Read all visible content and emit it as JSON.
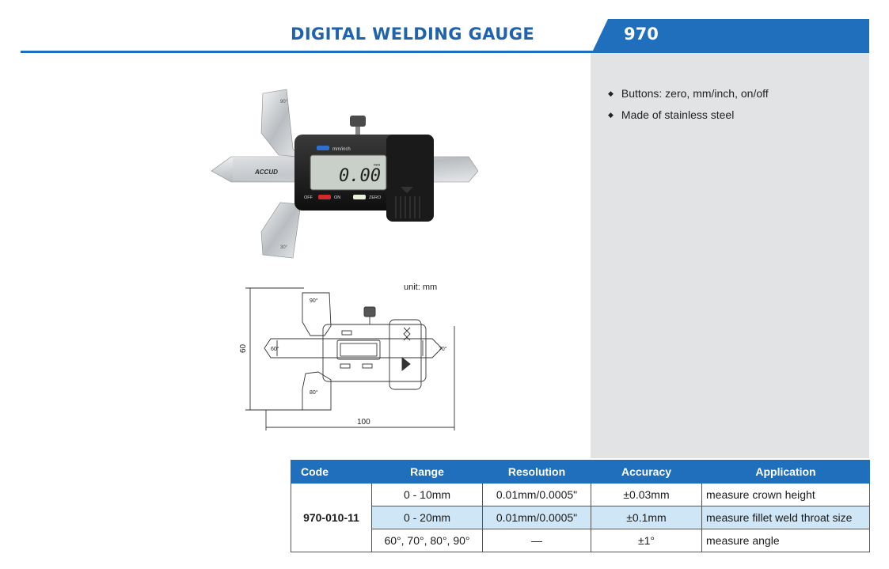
{
  "header": {
    "title": "DIGITAL WELDING GAUGE",
    "code": "970"
  },
  "features": [
    "Buttons: zero, mm/inch, on/off",
    "Made of stainless steel"
  ],
  "photo": {
    "brand": "ACCUD",
    "display": "0.00",
    "display_unit": "mm",
    "btn_mode": "mm/inch",
    "btn_off": "OFF",
    "btn_on": "ON",
    "btn_zero": "ZERO",
    "angle_top": "90°",
    "angle_bottom": "30°"
  },
  "drawing": {
    "unit": "unit: mm",
    "height": "60",
    "width": "100",
    "angle_90": "90°",
    "angle_60": "60°",
    "angle_70": "70°",
    "angle_80": "80°"
  },
  "table": {
    "headers": [
      "Code",
      "Range",
      "Resolution",
      "Accuracy",
      "Application"
    ],
    "code": "970-010-11",
    "rows": [
      {
        "range": "0 - 10mm",
        "resolution": "0.01mm/0.0005\"",
        "accuracy": "±0.03mm",
        "application": "measure crown height"
      },
      {
        "range": "0 - 20mm",
        "resolution": "0.01mm/0.0005\"",
        "accuracy": "±0.1mm",
        "application": "measure fillet weld throat size"
      },
      {
        "range": "60°, 70°, 80°, 90°",
        "resolution": "—",
        "accuracy": "±1°",
        "application": "measure angle"
      }
    ]
  }
}
